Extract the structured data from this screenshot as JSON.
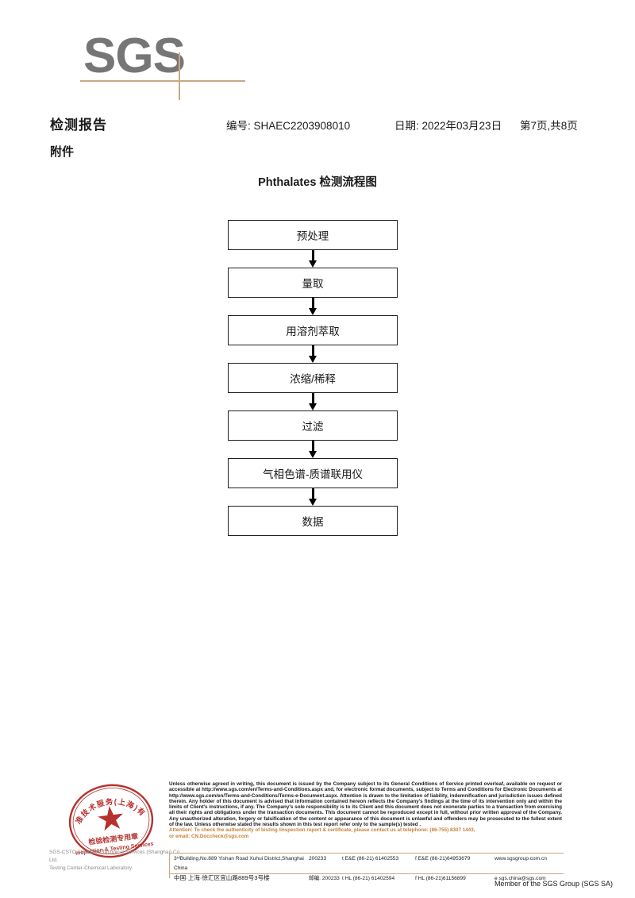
{
  "logo": {
    "text": "SGS"
  },
  "header": {
    "title": "检测报告",
    "attachment_label": "附件",
    "report_no": "编号: SHAEC2203908010",
    "date": "日期: 2022年03月23日",
    "page": "第7页,共8页"
  },
  "flowchart": {
    "title": "Phthalates 检测流程图",
    "steps": [
      {
        "label": "预处理"
      },
      {
        "label": "量取"
      },
      {
        "label": "用溶剂萃取"
      },
      {
        "label": "浓缩/稀释"
      },
      {
        "label": "过滤"
      },
      {
        "label": "气相色谱-质谱联用仪"
      },
      {
        "label": "数据"
      }
    ]
  },
  "stamp": {
    "outer_text": "通标标准技术服务(上海)有限公司",
    "inner_text_cn": "检验检测专用章",
    "inner_text_en": "Inspection & Testing Services",
    "color": "#b5322e"
  },
  "footer": {
    "company_line1": "SGS-CSTC Standards Technical Services (Shanghai) Co., Ltd.",
    "company_line2": "Testing Center-Chemical Laboratory.",
    "legal_paragraph": "Unless otherwise agreed in writing, this document is issued by the Company subject to its General Conditions of Service printed overleaf, available on request or accessible at http://www.sgs.com/en/Terms-and-Conditions.aspx and, for electronic format documents, subject to Terms and Conditions for Electronic Documents at http://www.sgs.com/en/Terms-and-Conditions/Terms-e-Document.aspx. Attention is drawn to the limitation of liability, indemnification and jurisdiction issues defined therein. Any holder of this document is advised that information contained hereon reflects the Company's findings at the time of its intervention only and within the limits of Client's instructions, if any. The Company's sole responsibility is to its Client and this document does not exonerate parties to a transaction from exercising all their rights and obligations under the transaction documents. This document cannot be reproduced except in full, without prior written approval of the Company. Any unauthorized alteration, forgery or falsification of the content or appearance of this document is unlawful and offenders may be prosecuted to the fullest extent of the law. Unless otherwise stated the results shown in this test report refer only to the sample(s) tested .",
    "attention_line1": "Attention: To check the authenticity of testing /inspection report & certificate, please contact us at telephone: (86-755) 8307 1443,",
    "attention_line2": "or email: CN.Doccheck@sgs.com",
    "attention_color": "#c8803a",
    "address_en": "3ʳᵈBuilding,No.889 Yishan Road Xuhui District,Shanghai China",
    "address_cn": "中国·上海·徐汇区宜山路889号3号楼",
    "zip_en": "200233",
    "zip_cn_label": "邮编: 200233",
    "tel_ee": "t E&E (86-21) 61402553",
    "fax_ee": "f E&E (86-21)64953679",
    "tel_hl": "t HL (86-21) 61402594",
    "fax_hl": "f HL (86-21)61156899",
    "website": "www.sgsgroup.com.cn",
    "email": "e  sgs.china@sgs.com",
    "member_line": "Member of the SGS Group (SGS SA)"
  }
}
